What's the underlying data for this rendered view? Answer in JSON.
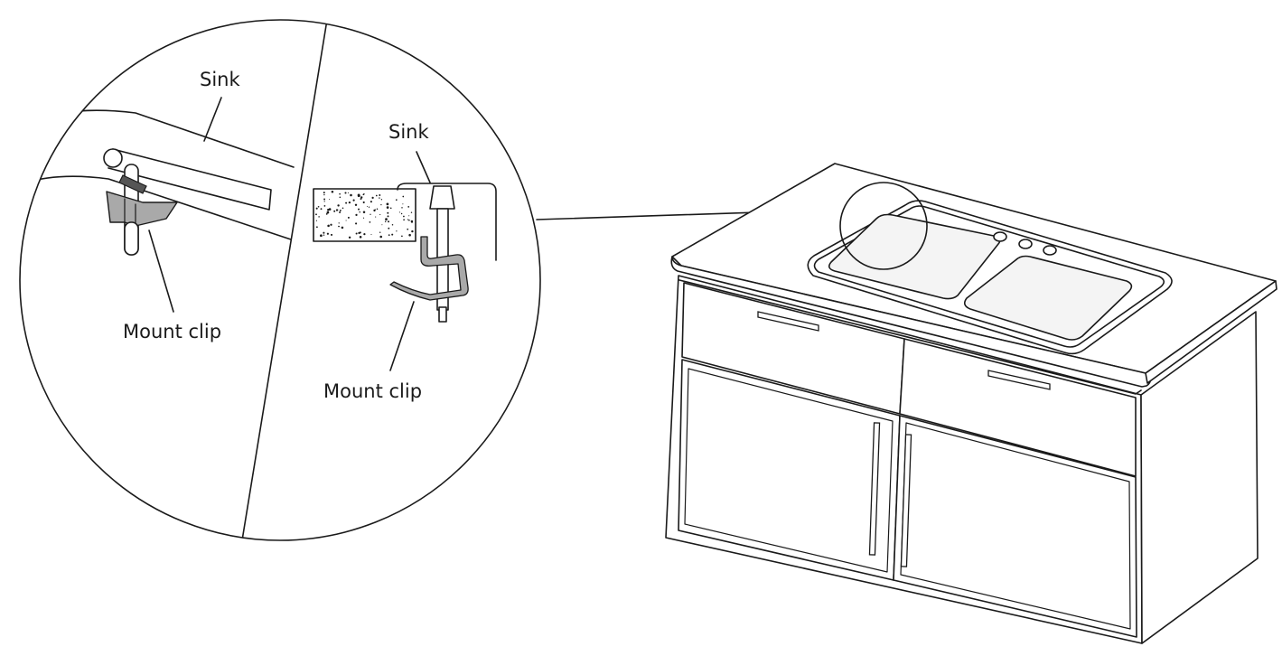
{
  "labels": {
    "left_sink": "Sink",
    "left_clip": "Mount clip",
    "right_sink": "Sink",
    "right_clip": "Mount clip"
  },
  "colors": {
    "line": "#1a1a1a",
    "clip_fill": "#a9a9a9",
    "basin_fill": "#f4f4f4",
    "background": "#ffffff"
  }
}
